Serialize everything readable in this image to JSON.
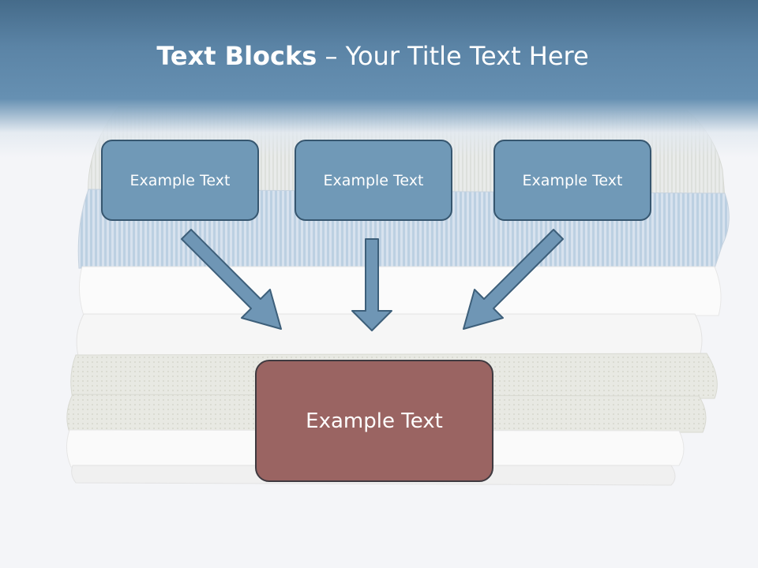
{
  "title": {
    "bold": "Text Blocks",
    "rest": " – Your Title Text Here"
  },
  "boxes": [
    {
      "label": "Example Text"
    },
    {
      "label": "Example Text"
    },
    {
      "label": "Example Text"
    }
  ],
  "main_box": {
    "label": "Example Text"
  },
  "colors": {
    "header": "#5b84a6",
    "box_fill": "#7099b7",
    "box_border": "#36566f",
    "main_box_fill": "#9a6462",
    "arrow_fill": "#6f96b5",
    "arrow_stroke": "#3d5f7a"
  },
  "background_image": "folded-clothes-stack"
}
